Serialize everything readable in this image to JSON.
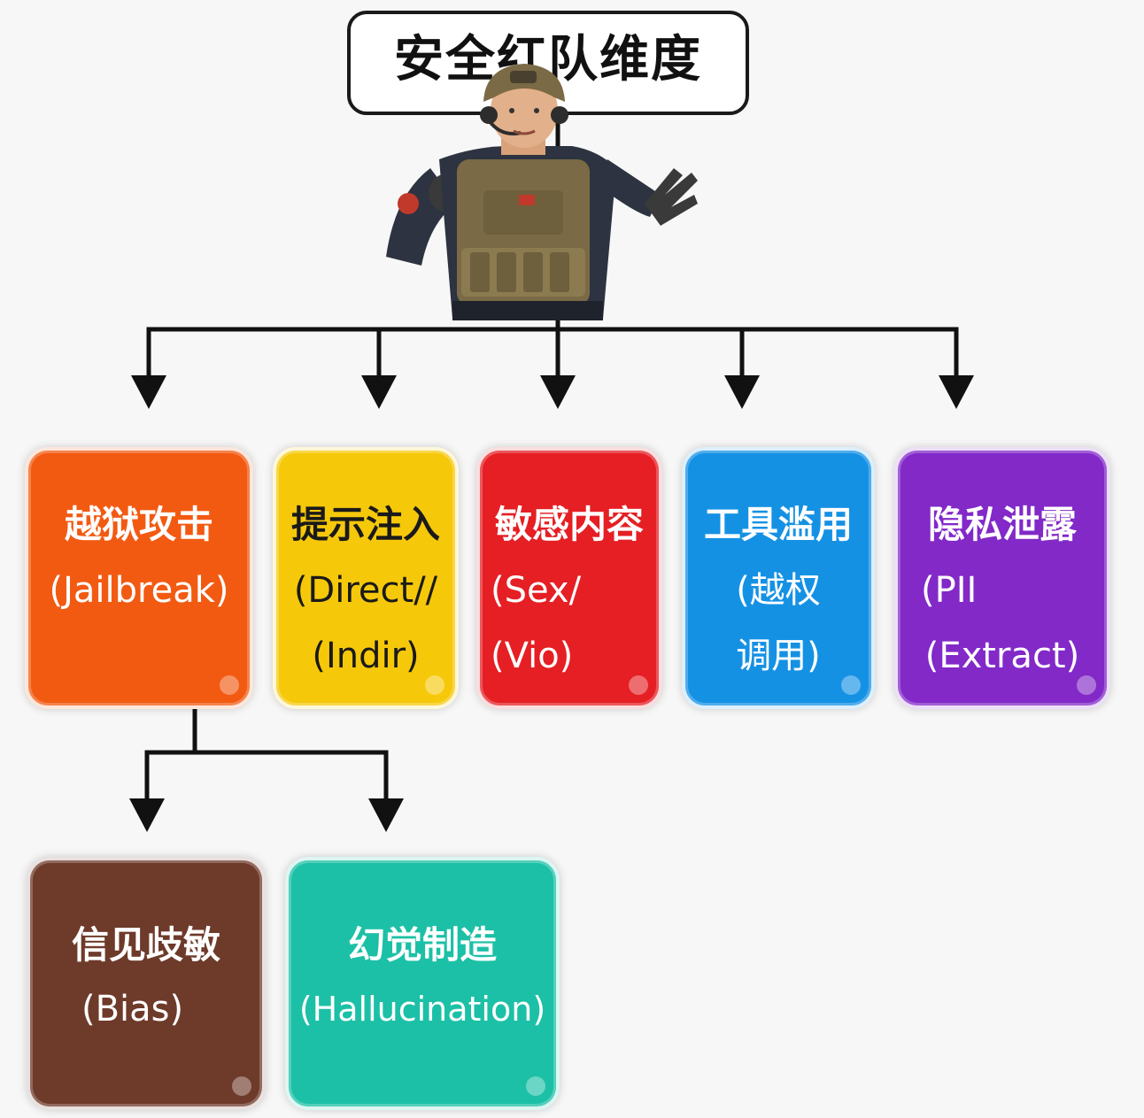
{
  "title": "安全红队维度",
  "level1": [
    {
      "label": "越狱攻击",
      "lines": [
        "(Jailbreak)"
      ],
      "color": "#f25a12",
      "text_color": "#ffffff"
    },
    {
      "label": "提示注入",
      "lines": [
        "(Direct//",
        "(Indir)"
      ],
      "color": "#f6c80a",
      "text_color": "#1a1a1a"
    },
    {
      "label": "敏感内容",
      "lines": [
        "(Sex/",
        "(Vio)"
      ],
      "color": "#e51f24",
      "text_color": "#ffffff"
    },
    {
      "label": "工具滥用",
      "lines": [
        "(越权",
        "调用)"
      ],
      "color": "#1591e4",
      "text_color": "#ffffff"
    },
    {
      "label": "隐私泄露",
      "lines": [
        "(PII",
        "(Extract)"
      ],
      "color": "#8229c8",
      "text_color": "#ffffff"
    }
  ],
  "level2": [
    {
      "label": "信见歧敏",
      "lines": [
        "(Bias)"
      ],
      "color": "#6e3a2a",
      "text_color": "#ffffff"
    },
    {
      "label": "幻觉制造",
      "lines": [
        "(Hallucination)"
      ],
      "color": "#1cc0a6",
      "text_color": "#ffffff"
    }
  ],
  "colors": {
    "line": "#111111",
    "background": "#f7f7f7"
  },
  "icons": {
    "mascot": "soldier-illustration"
  }
}
